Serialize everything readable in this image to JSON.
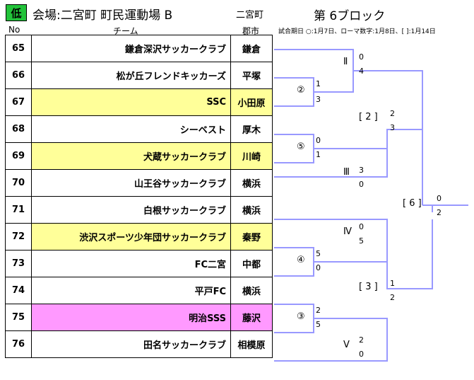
{
  "header": {
    "badge": "低",
    "title": "会場:二宮町 町民運動場 B",
    "title_right": "二宮町",
    "block": "第 6ブロック",
    "col_no": "No",
    "col_team": "チーム",
    "col_city": "郡市",
    "legend": "試合期日 ○:1月7日、ローマ数字:1月8日、[ ]:1月14日"
  },
  "teams": [
    {
      "no": "65",
      "name": "鎌倉深沢サッカークラブ",
      "city": "鎌倉",
      "highlight": ""
    },
    {
      "no": "66",
      "name": "松が丘フレンドキッカーズ",
      "city": "平塚",
      "highlight": ""
    },
    {
      "no": "67",
      "name": "SSC",
      "city": "小田原",
      "highlight": "yellow"
    },
    {
      "no": "68",
      "name": "シーベスト",
      "city": "厚木",
      "highlight": ""
    },
    {
      "no": "69",
      "name": "犬蔵サッカークラブ",
      "city": "川崎",
      "highlight": "yellow"
    },
    {
      "no": "70",
      "name": "山王谷サッカークラブ",
      "city": "横浜",
      "highlight": ""
    },
    {
      "no": "71",
      "name": "白根サッカークラブ",
      "city": "横浜",
      "highlight": ""
    },
    {
      "no": "72",
      "name": "渋沢スポーツ少年団サッカークラブ",
      "city": "秦野",
      "highlight": "yellow"
    },
    {
      "no": "73",
      "name": "FC二宮",
      "city": "中都",
      "highlight": ""
    },
    {
      "no": "74",
      "name": "平戸FC",
      "city": "横浜",
      "highlight": ""
    },
    {
      "no": "75",
      "name": "明治SSS",
      "city": "藤沢",
      "highlight": "pink"
    },
    {
      "no": "76",
      "name": "田名サッカークラブ",
      "city": "相模原",
      "highlight": ""
    }
  ],
  "bracket": {
    "colors": {
      "line": "#9999ff",
      "text": "#000000"
    },
    "labels": {
      "m2": "②",
      "m5": "⑤",
      "m4": "④",
      "m3": "③",
      "r1": "Ⅱ",
      "r2": "Ⅲ",
      "r3": "Ⅳ",
      "r4": "Ⅴ",
      "q1": "[ 2 ]",
      "q2": "[ 3 ]",
      "final": "[ 6 ]"
    },
    "scores": {
      "m2_top": "1",
      "m2_bot": "3",
      "m5_top": "0",
      "m5_bot": "1",
      "m4_top": "5",
      "m4_bot": "0",
      "m3_top": "2",
      "m3_bot": "5",
      "r1_top": "0",
      "r1_bot": "4",
      "r2_top": "3",
      "r2_bot": "0",
      "r3_top": "0",
      "r3_bot": "5",
      "r4_top": "2",
      "r4_bot": "0",
      "q1_top": "2",
      "q1_bot": "3",
      "q2_top": "1",
      "q2_bot": "2",
      "f_top": "0",
      "f_bot": "2"
    }
  }
}
